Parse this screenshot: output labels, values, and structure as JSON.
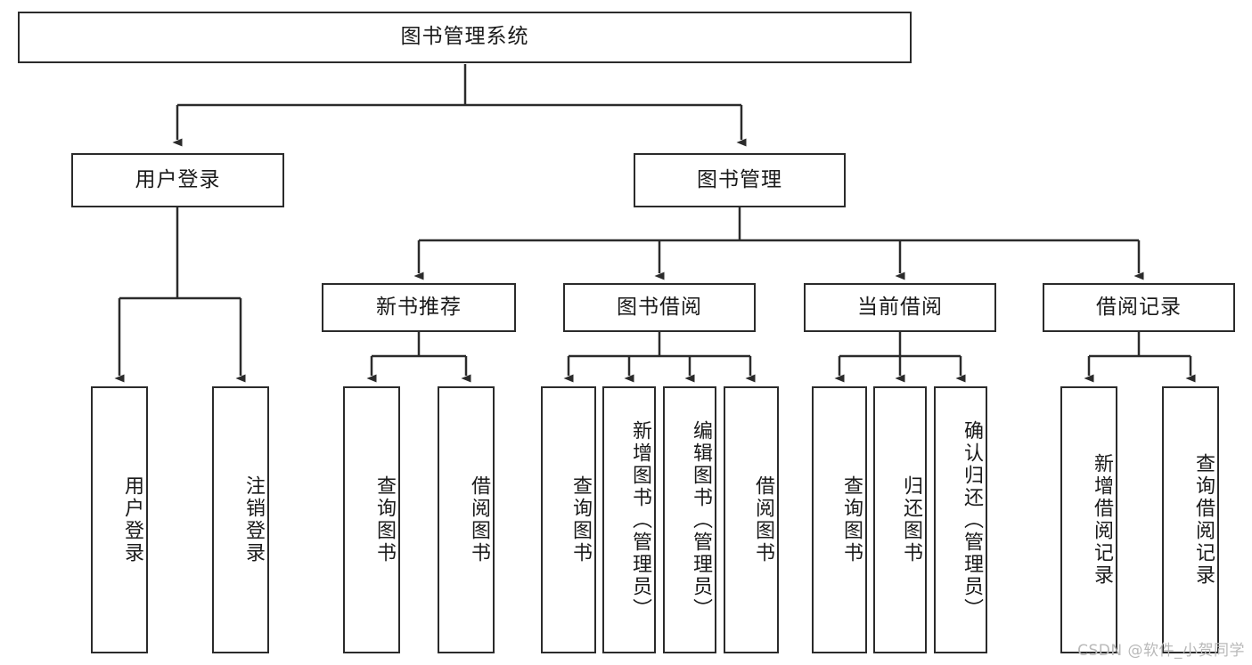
{
  "diagram": {
    "title": "图书管理系统",
    "type": "tree-structure-chart",
    "watermark": "CSDN @软件_小贺同学",
    "colors": {
      "box_border": "#2b2b2b",
      "box_fill": "#ffffff",
      "connector": "#333333",
      "text": "#1a1a1a",
      "watermark": "#b9b9b9"
    },
    "root": {
      "label": "图书管理系统"
    },
    "level2": [
      {
        "label": "用户登录"
      },
      {
        "label": "图书管理"
      }
    ],
    "level3": [
      {
        "label": "新书推荐"
      },
      {
        "label": "图书借阅"
      },
      {
        "label": "当前借阅"
      },
      {
        "label": "借阅记录"
      }
    ],
    "leaves": {
      "user_login": [
        {
          "label": "用户登录"
        },
        {
          "label": "注销登录"
        }
      ],
      "new_book_recommend": [
        {
          "label": "查询图书"
        },
        {
          "label": "借阅图书"
        }
      ],
      "book_borrow": [
        {
          "label": "查询图书"
        },
        {
          "label": "新增图书（管理员）"
        },
        {
          "label": "编辑图书（管理员）"
        },
        {
          "label": "借阅图书"
        }
      ],
      "current_borrow": [
        {
          "label": "查询图书"
        },
        {
          "label": "归还图书"
        },
        {
          "label": "确认归还（管理员）"
        }
      ],
      "borrow_records": [
        {
          "label": "新增借阅记录"
        },
        {
          "label": "查询借阅记录"
        }
      ]
    }
  }
}
